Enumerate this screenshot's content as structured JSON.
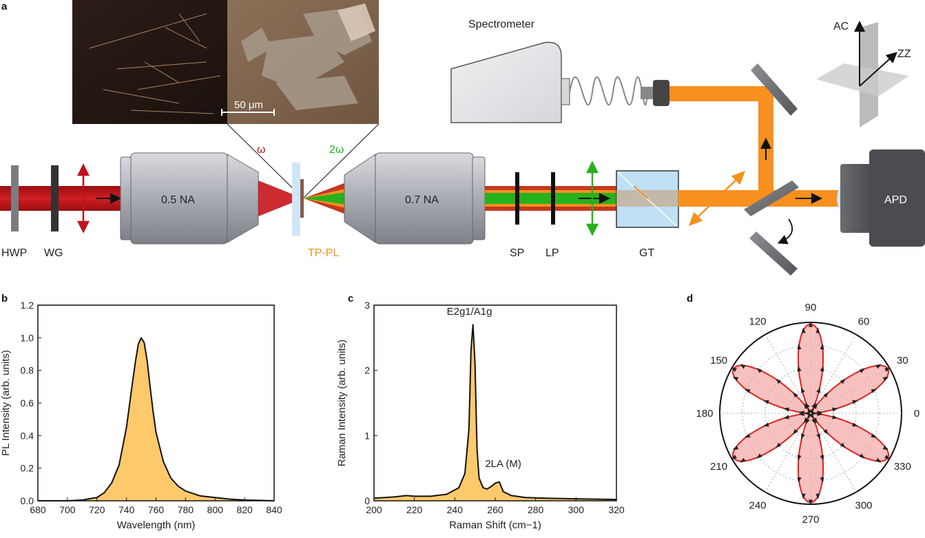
{
  "panels": {
    "a": "a",
    "b": "b",
    "c": "c",
    "d": "d"
  },
  "setup": {
    "scale_bar": "50 μm",
    "spectrometer": "Spectrometer",
    "omega": "ω",
    "two_omega": "2ω",
    "obj1": "0.5 NA",
    "obj2": "0.7 NA",
    "hwp": "HWP",
    "wg": "WG",
    "tppl": "TP-PL",
    "sp": "SP",
    "lp": "LP",
    "gt": "GT",
    "apd": "APD",
    "ac": "AC",
    "zz": "ZZ",
    "colors": {
      "red_beam": "#c0121a",
      "green_beam": "#27b11c",
      "orange_beam": "#f7901e",
      "objective": "#9a9ca4"
    }
  },
  "chart_data": [
    {
      "type": "area",
      "panel": "b",
      "xlabel": "Wavelength (nm)",
      "ylabel": "PL Intensity (arb. units)",
      "xlim": [
        680,
        840
      ],
      "ylim": [
        0,
        1.2
      ],
      "xticks": [
        680,
        700,
        720,
        740,
        760,
        780,
        800,
        820,
        840
      ],
      "yticks": [
        0.0,
        0.2,
        0.4,
        0.6,
        0.8,
        1.0,
        1.2
      ],
      "x": [
        680,
        700,
        710,
        720,
        725,
        730,
        735,
        740,
        744,
        746,
        748,
        750,
        752,
        754,
        756,
        758,
        760,
        765,
        770,
        775,
        780,
        790,
        800,
        810,
        820,
        840
      ],
      "y": [
        0.0,
        0.0,
        0.005,
        0.02,
        0.05,
        0.11,
        0.22,
        0.45,
        0.72,
        0.85,
        0.96,
        1.0,
        0.97,
        0.86,
        0.7,
        0.55,
        0.42,
        0.24,
        0.14,
        0.09,
        0.06,
        0.03,
        0.02,
        0.01,
        0.005,
        0.0
      ],
      "fill": "#fdc96b"
    },
    {
      "type": "area",
      "panel": "c",
      "xlabel": "Raman Shift (cm−1)",
      "ylabel": "Raman Intensity (arb. units)",
      "xlim": [
        200,
        320
      ],
      "ylim": [
        0,
        3
      ],
      "xticks": [
        200,
        220,
        240,
        260,
        280,
        300,
        320
      ],
      "yticks": [
        0,
        1,
        2,
        3
      ],
      "annotations": [
        "E2g1/A1g",
        "2LA (M)"
      ],
      "x": [
        200,
        210,
        216,
        220,
        228,
        236,
        242,
        245,
        247,
        248,
        249,
        250,
        251,
        252,
        254,
        256,
        258,
        260,
        262,
        264,
        268,
        275,
        285,
        300,
        320
      ],
      "y": [
        0.04,
        0.06,
        0.08,
        0.07,
        0.07,
        0.1,
        0.2,
        0.42,
        1.1,
        2.3,
        2.7,
        2.1,
        0.8,
        0.35,
        0.2,
        0.18,
        0.22,
        0.27,
        0.29,
        0.14,
        0.08,
        0.05,
        0.04,
        0.03,
        0.02
      ],
      "fill": "#fdc96b"
    },
    {
      "type": "polar",
      "panel": "d",
      "angle_ticks": [
        0,
        30,
        60,
        90,
        120,
        150,
        180,
        210,
        240,
        270,
        300,
        330
      ],
      "model": "cos^2(3θ) six-fold lobes, lobes centred at 0, 60, 120, 180, 240, 300 (rotated 30)",
      "lobe_centers_deg": [
        30,
        90,
        150,
        210,
        270,
        330
      ],
      "fill": "#f3a6a4",
      "line": "#e0201c"
    }
  ]
}
